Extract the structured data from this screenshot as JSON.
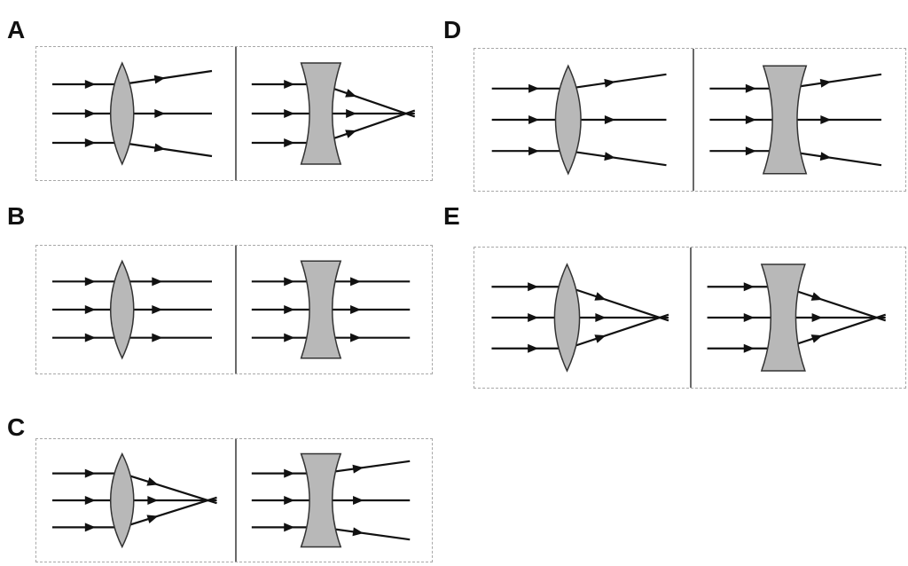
{
  "options": [
    {
      "letter": "A",
      "convex": "diverging",
      "concave": "converging"
    },
    {
      "letter": "B",
      "convex": "parallel",
      "concave": "parallel"
    },
    {
      "letter": "C",
      "convex": "converging",
      "concave": "diverging"
    },
    {
      "letter": "D",
      "convex": "diverging",
      "concave": "diverging"
    },
    {
      "letter": "E",
      "convex": "converging",
      "concave": "converging"
    }
  ],
  "colors": {
    "lens_fill": "#b8b8b8",
    "lens_stroke": "#333333",
    "ray": "#111111",
    "border": "#a8a8a8"
  }
}
